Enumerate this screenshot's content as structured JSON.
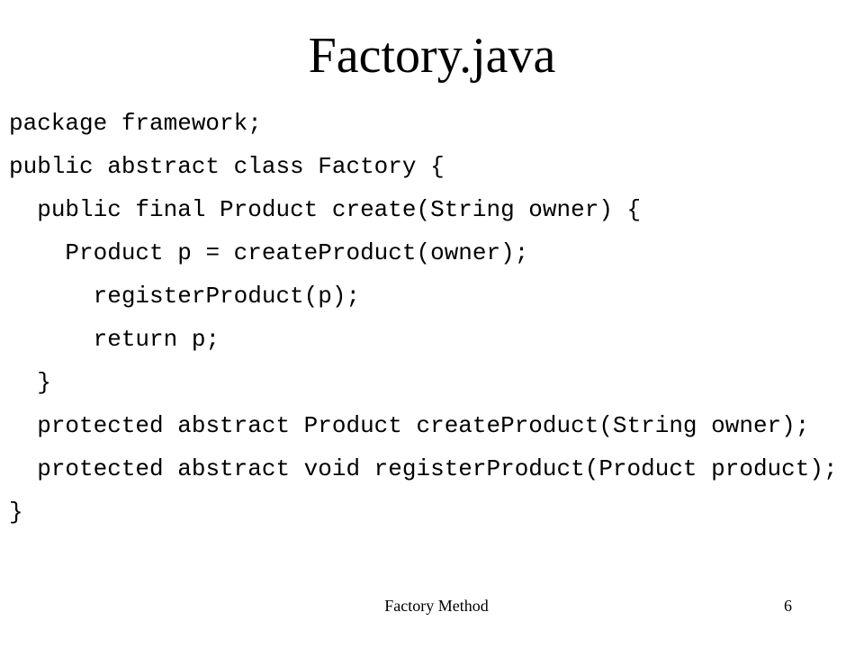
{
  "slide": {
    "title": "Factory.java",
    "code_lines": [
      "package framework;",
      "public abstract class Factory {",
      "  public final Product create(String owner) {",
      "    Product p = createProduct(owner);",
      "      registerProduct(p);",
      "      return p;",
      "  }",
      "  protected abstract Product createProduct(String owner);",
      "  protected abstract void registerProduct(Product product);",
      "}"
    ],
    "footer": {
      "text": "Factory Method",
      "page_number": "6"
    }
  }
}
